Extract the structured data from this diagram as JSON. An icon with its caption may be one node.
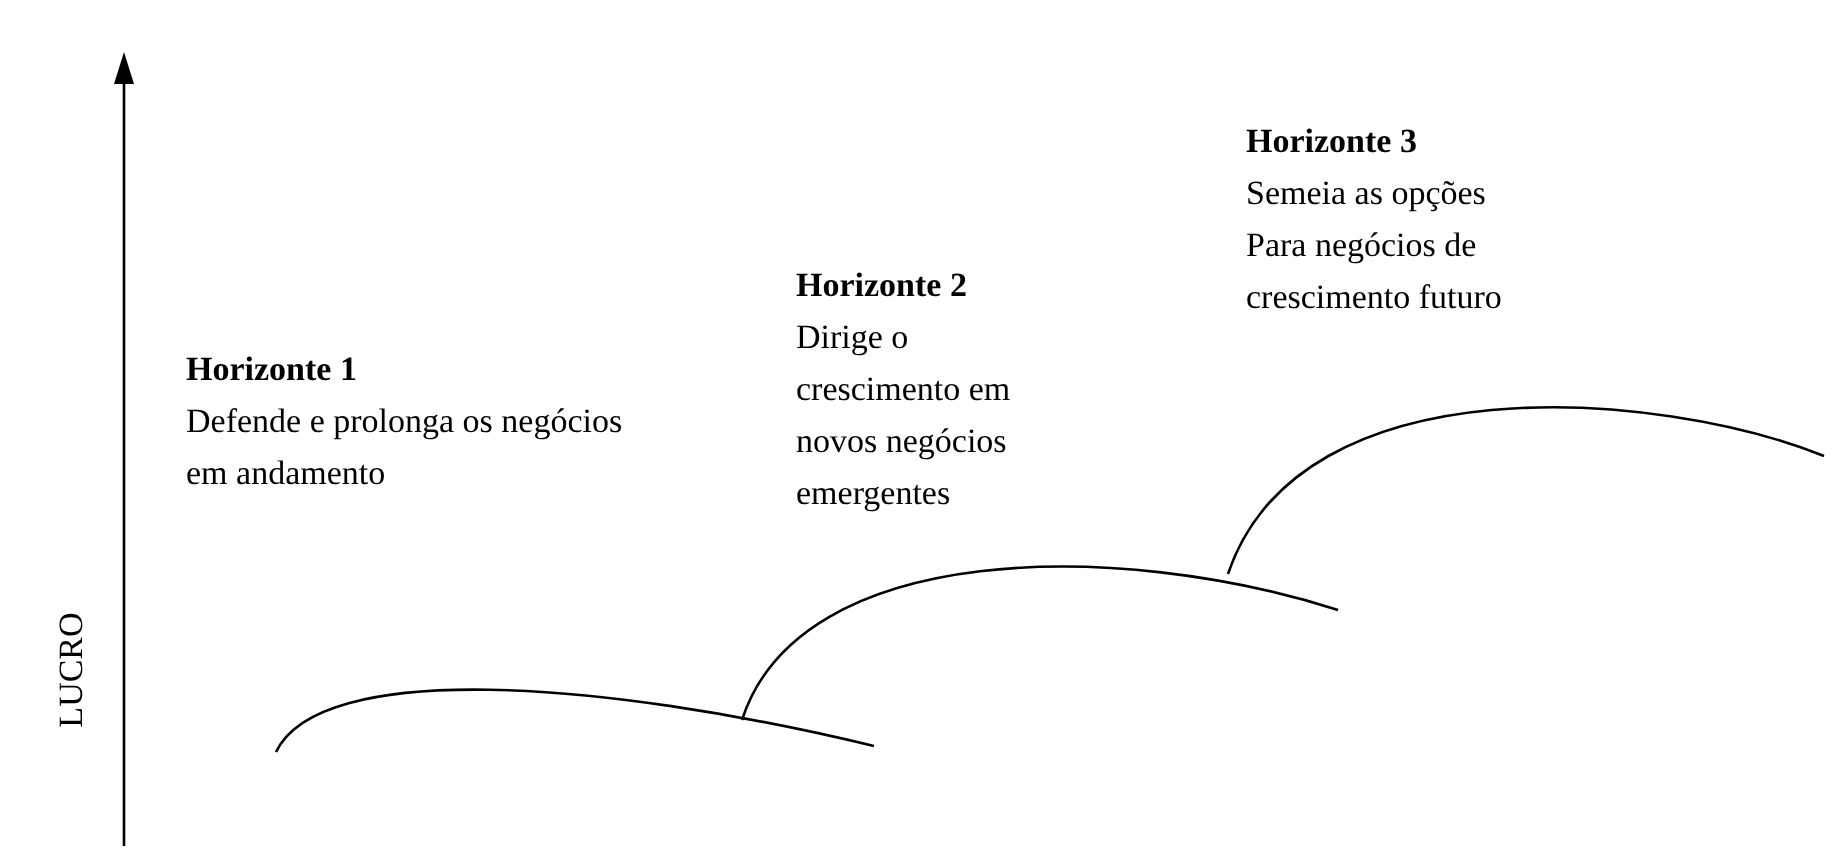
{
  "diagram": {
    "labels": [
      "Horizonte 3",
      "Semeia as opções Para negócios de crescimento futuro",
      "Horizonte 2",
      "Dirige o crescimento em novos negócios emergentes",
      "Horizonte 1",
      "Defende e prolonga os negócios em andamento",
      "LUCRO"
    ]
  }
}
